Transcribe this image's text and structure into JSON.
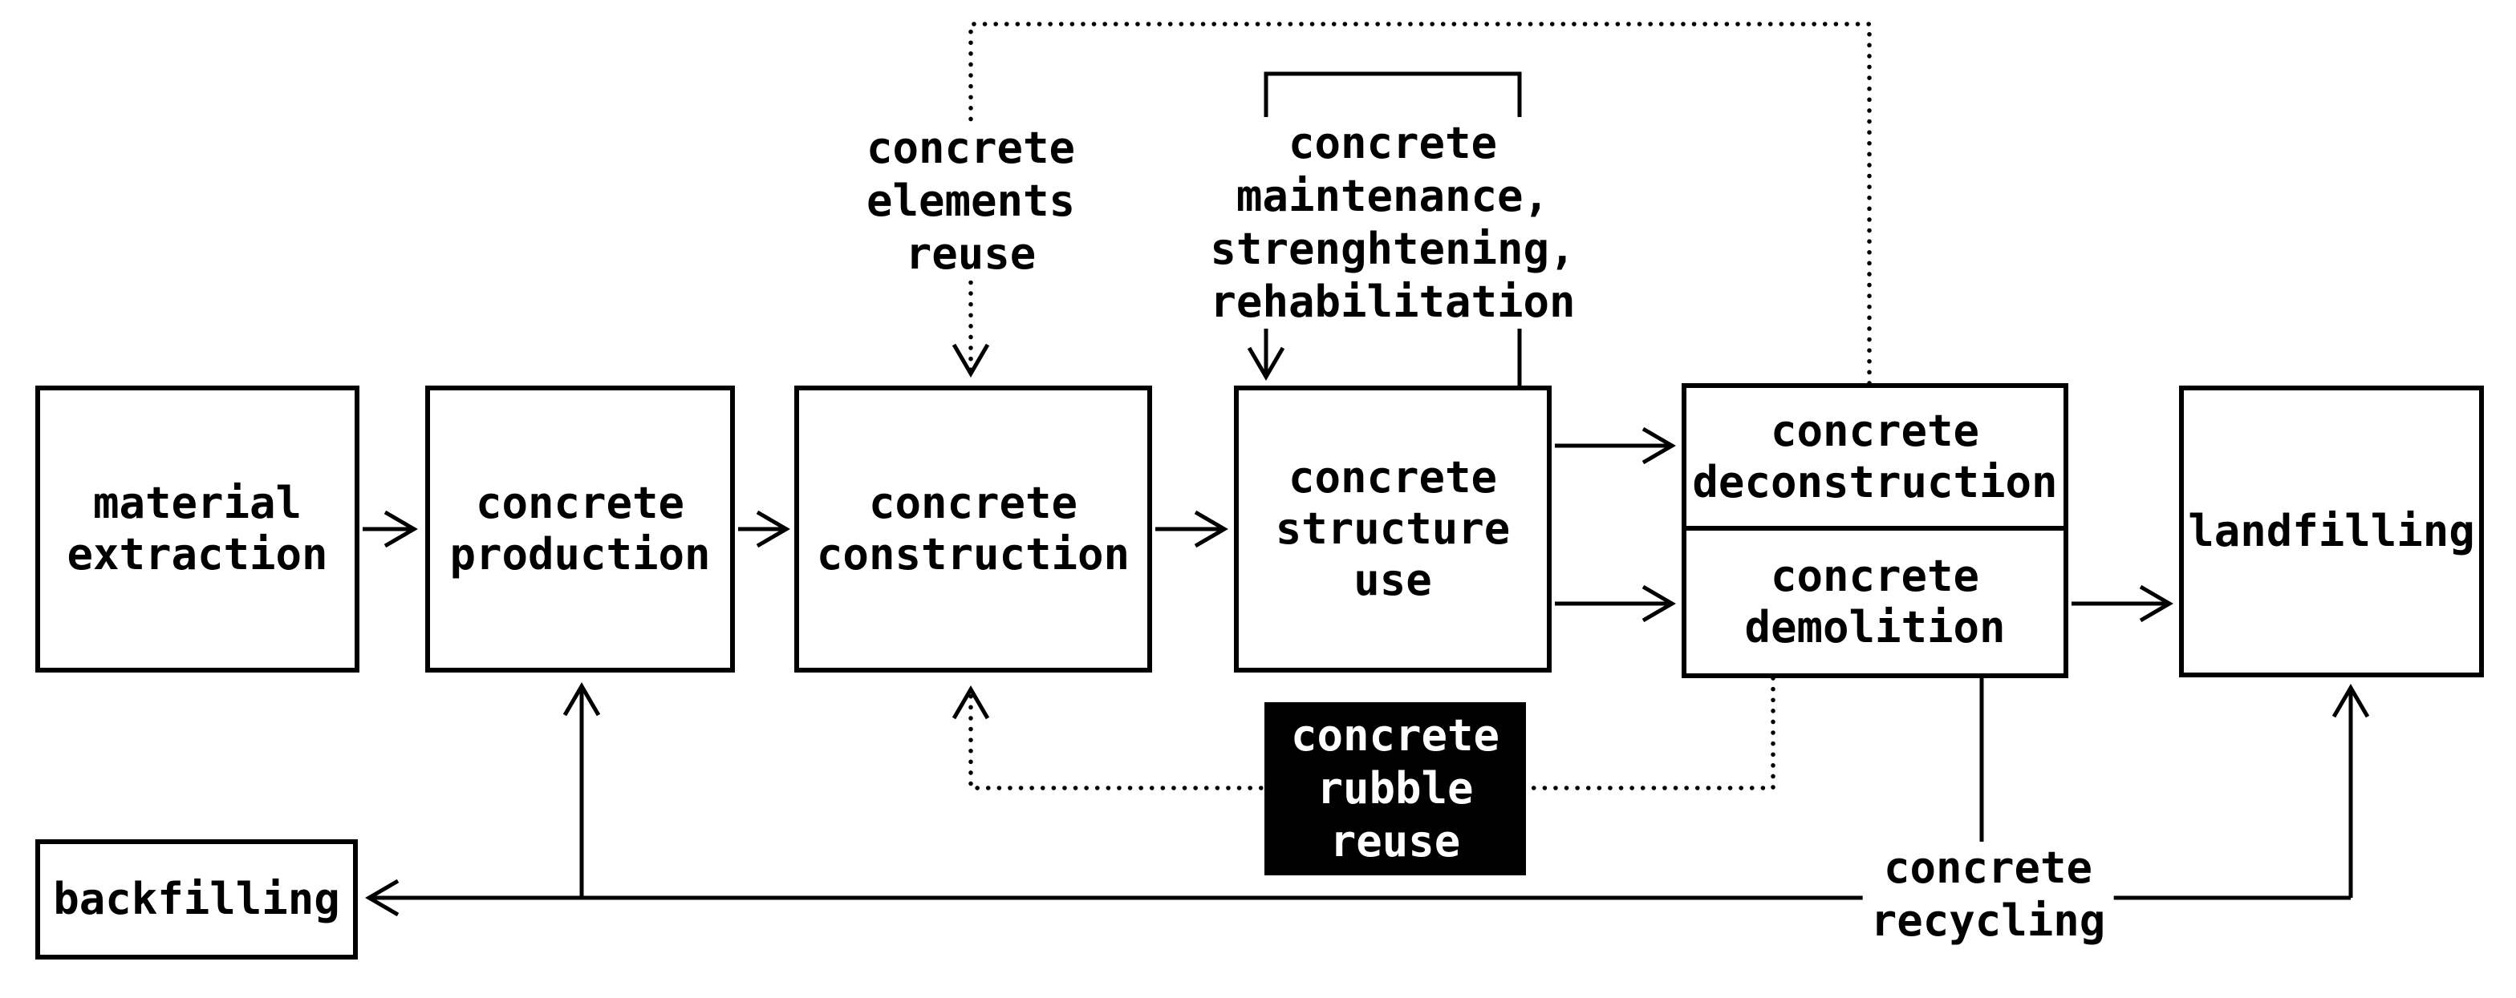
{
  "diagram": {
    "background_color": "#ffffff",
    "line_color": "#000000",
    "rubble_box_style": {
      "fill": "#000000",
      "text_color": "#ffffff"
    },
    "boxes": {
      "material_extraction": "material\nextraction",
      "concrete_production": "concrete\nproduction",
      "concrete_construction": "concrete\nconstruction",
      "concrete_structure_use": "concrete\nstructure\nuse",
      "concrete_deconstruction": "concrete\ndeconstruction",
      "concrete_demolition": "concrete\ndemolition",
      "landfilling": "landfilling",
      "backfilling": "backfilling",
      "concrete_rubble_reuse": "concrete\nrubble\nreuse"
    },
    "annotations": {
      "concrete_elements_reuse": "concrete\nelements\nreuse",
      "concrete_maintenance": "concrete\nmaintenance,\nstrenghtening,\nrehabilitation",
      "concrete_recycling": "concrete\nrecycling"
    },
    "flows": [
      {
        "from": "material extraction",
        "to": "concrete production",
        "style": "solid-arrow"
      },
      {
        "from": "concrete production",
        "to": "concrete construction",
        "style": "solid-arrow"
      },
      {
        "from": "concrete construction",
        "to": "concrete structure use",
        "style": "solid-arrow"
      },
      {
        "from": "concrete structure use",
        "to": "concrete deconstruction",
        "style": "solid-arrow"
      },
      {
        "from": "concrete structure use",
        "to": "concrete demolition",
        "style": "solid-arrow"
      },
      {
        "from": "concrete demolition",
        "to": "landfilling",
        "style": "solid-arrow"
      },
      {
        "from": "concrete structure use",
        "to": "concrete structure use",
        "style": "solid-loop",
        "label": "concrete maintenance, strenghtening, rehabilitation"
      },
      {
        "from": "concrete deconstruction",
        "to": "concrete construction",
        "style": "dotted-arrow",
        "label": "concrete elements reuse"
      },
      {
        "from": "concrete demolition",
        "to": "concrete construction",
        "style": "dotted-arrow",
        "label": "concrete rubble reuse"
      },
      {
        "from": "concrete demolition",
        "to": "backfilling",
        "style": "solid-arrow",
        "label": "concrete recycling"
      },
      {
        "from": "concrete demolition",
        "to": "concrete production",
        "style": "solid-arrow",
        "label": "concrete recycling"
      },
      {
        "from": "concrete demolition",
        "to": "landfilling",
        "style": "solid-arrow",
        "label": "concrete recycling"
      }
    ]
  }
}
